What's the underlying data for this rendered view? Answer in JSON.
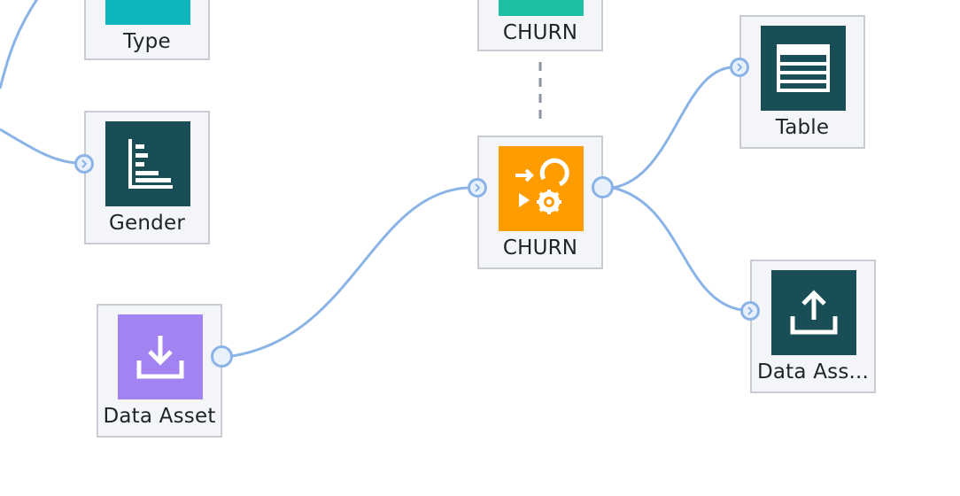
{
  "colors": {
    "link": "#8ab3e6",
    "comment_link": "#8d96a0",
    "node_bg": "#f4f5f8",
    "node_border": "#c9ccd3",
    "icon_teal_dark": "#1a4e56",
    "icon_teal_bright": "#0fb5bd",
    "icon_orange": "#ff9d00",
    "icon_purple": "#a382f2",
    "icon_green": "#1cbfa2"
  },
  "nodes": {
    "type": {
      "label": "Type",
      "icon": "type-node-icon",
      "color": "#0fb5bd"
    },
    "churn_top": {
      "label": "CHURN",
      "icon": "model-nugget-icon",
      "color": "#1cbfa2"
    },
    "gender": {
      "label": "Gender",
      "icon": "bar-chart-icon",
      "color": "#1a4e56"
    },
    "churn_model": {
      "label": "CHURN",
      "icon": "model-build-icon",
      "color": "#ff9d00"
    },
    "table": {
      "label": "Table",
      "icon": "table-icon",
      "color": "#1a4e56"
    },
    "data_asset_in": {
      "label": "Data Asset",
      "icon": "import-icon",
      "color": "#a382f2"
    },
    "data_asset_out": {
      "label": "Data Ass...",
      "icon": "export-icon",
      "color": "#1a4e56"
    }
  }
}
